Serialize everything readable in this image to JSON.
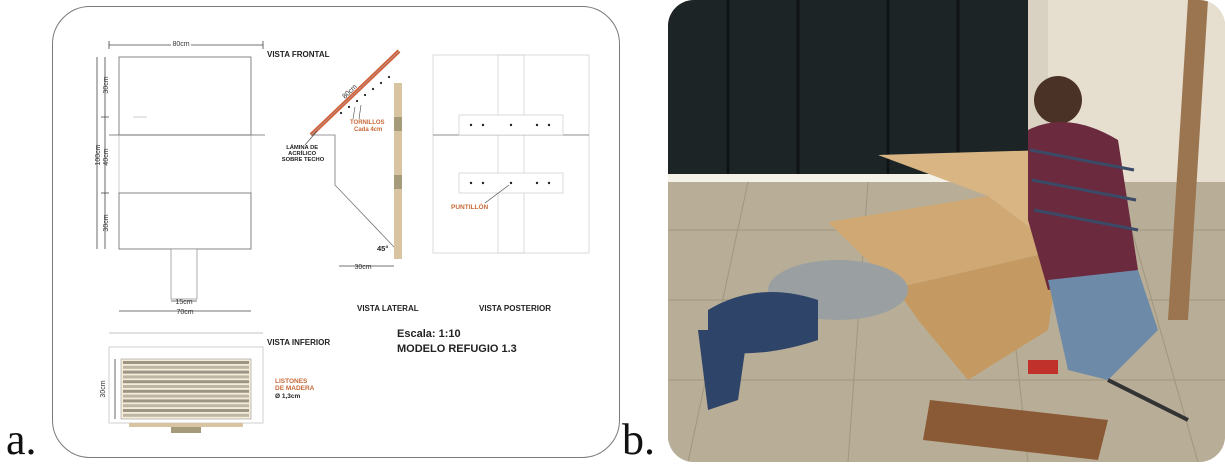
{
  "panels": {
    "a": {
      "caption": "a.",
      "views": {
        "front": "VISTA FRONTAL",
        "side": "VISTA LATERAL",
        "rear": "VISTA POSTERIOR",
        "bottom": "VISTA INFERIOR"
      },
      "dimensions": {
        "width_top": "80cm",
        "h1": "30cm",
        "h2": "40cm",
        "total": "100cm",
        "h3": "30cm",
        "leg": "15cm",
        "width_bottom": "70cm",
        "roof": "80cm",
        "depth": "30cm",
        "angle": "45°",
        "bottom_depth": "30cm"
      },
      "annotations": {
        "acrylic": [
          "LÁMINA DE",
          "ACRÍLICO",
          "SOBRE TECHO"
        ],
        "screws": [
          "TORNILLOS",
          "Cada 4cm"
        ],
        "nails": "PUNTILLÓN",
        "slats": [
          "LISTONES",
          "DE MADERA",
          "Ø 1,3cm"
        ]
      },
      "scale": "Escala: 1:10",
      "model": "MODELO REFUGIO 1.3",
      "colors": {
        "wood": "#d8c4a0",
        "accent": "#d4603a",
        "wood_dark": "#a59a7a"
      }
    },
    "b": {
      "caption": "b.",
      "description_icon": "workshop-photo"
    }
  }
}
